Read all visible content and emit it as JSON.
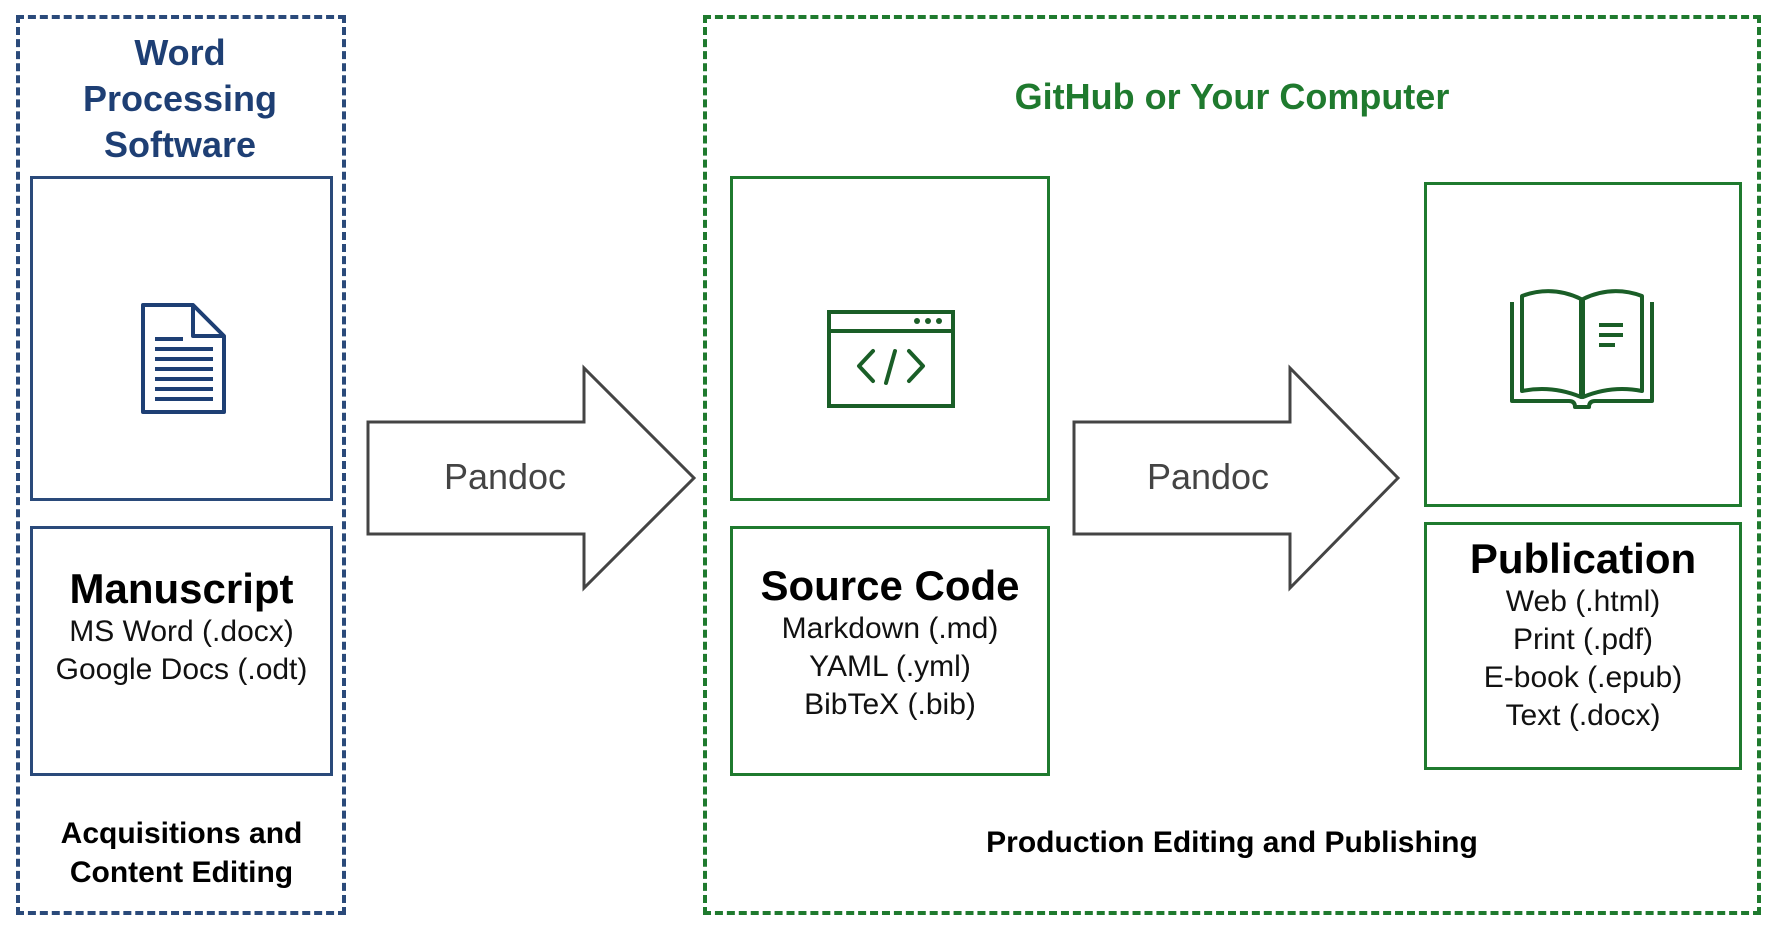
{
  "left_group": {
    "title_lines": [
      "Word",
      "Processing",
      "Software"
    ],
    "card_title": "Manuscript",
    "card_lines": [
      "MS Word (.docx)",
      "Google Docs (.odt)"
    ],
    "footer_lines": [
      "Acquisitions and",
      "Content Editing"
    ],
    "icon": "document-icon",
    "color": "#2a4a7a"
  },
  "arrow1": {
    "label": "Pandoc"
  },
  "right_group": {
    "title": "GitHub or Your Computer",
    "footer": "Production Editing and Publishing",
    "color": "#1f7a2e",
    "source": {
      "icon": "code-window-icon",
      "title": "Source Code",
      "lines": [
        "Markdown (.md)",
        "YAML (.yml)",
        "BibTeX (.bib)"
      ]
    },
    "arrow2": {
      "label": "Pandoc"
    },
    "publication": {
      "icon": "open-book-icon",
      "title": "Publication",
      "lines": [
        "Web (.html)",
        "Print (.pdf)",
        "E-book (.epub)",
        "Text (.docx)"
      ]
    }
  }
}
